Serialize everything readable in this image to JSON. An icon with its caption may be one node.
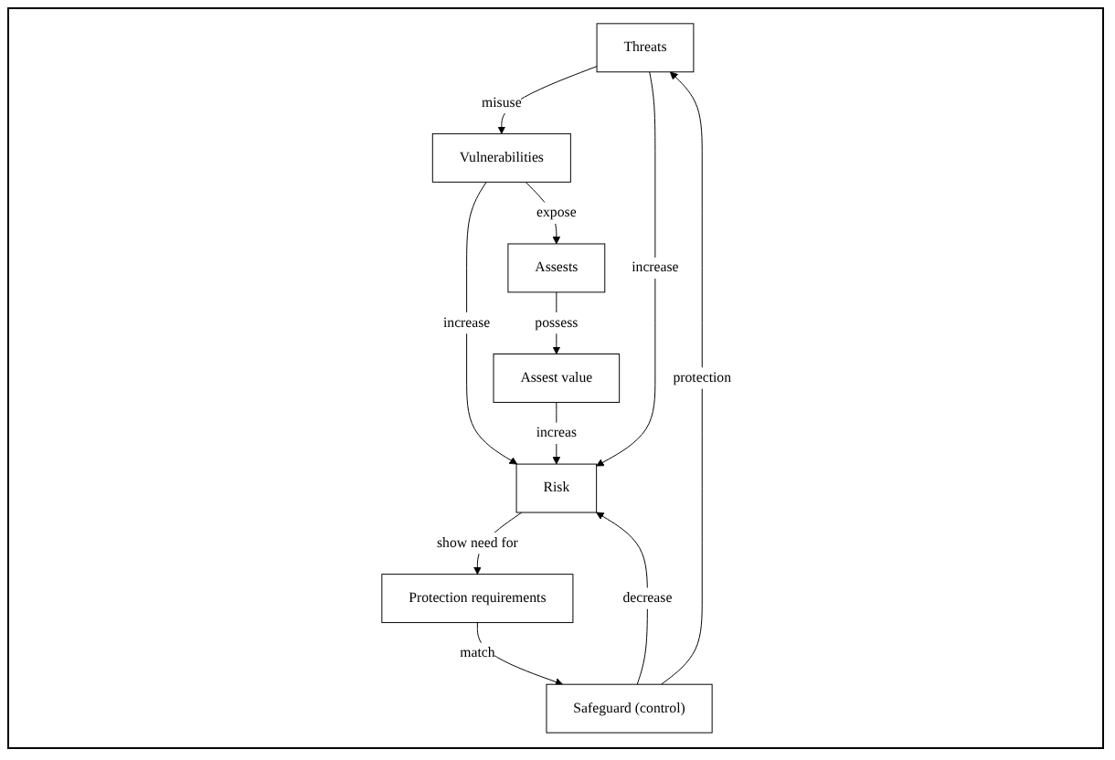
{
  "diagram": {
    "nodes": [
      {
        "text": [
          "Threats"
        ]
      },
      {
        "text": [
          "Vulnerabilities"
        ]
      },
      {
        "text": [
          "Safeguard (control)"
        ]
      },
      {
        "text": [
          "Risk"
        ]
      },
      {
        "text": [
          "Assests"
        ]
      },
      {
        "text": [
          "Protection requirements"
        ]
      },
      {
        "text": [
          "Assest value"
        ]
      }
    ],
    "edges": [
      {
        "from": 0,
        "to": 1,
        "arrow": "to",
        "label": "misuse"
      },
      {
        "from": 0,
        "to": 3,
        "arrow": "to",
        "label": "increase"
      },
      {
        "from": 1,
        "to": 3,
        "arrow": "to",
        "label": "increase"
      },
      {
        "from": 1,
        "to": 4,
        "arrow": "to",
        "label": "expose"
      },
      {
        "from": 2,
        "to": 0,
        "arrow": "to",
        "label": "protection"
      },
      {
        "from": 2,
        "to": 3,
        "arrow": "to",
        "label": "decrease"
      },
      {
        "from": 4,
        "to": 6,
        "arrow": "to",
        "label": "possess"
      },
      {
        "from": 6,
        "to": 3,
        "arrow": "to",
        "label": "increas"
      },
      {
        "from": 3,
        "to": 5,
        "arrow": "to",
        "label": "show need for"
      },
      {
        "from": 5,
        "to": 2,
        "arrow": "to",
        "label": "match"
      }
    ]
  }
}
